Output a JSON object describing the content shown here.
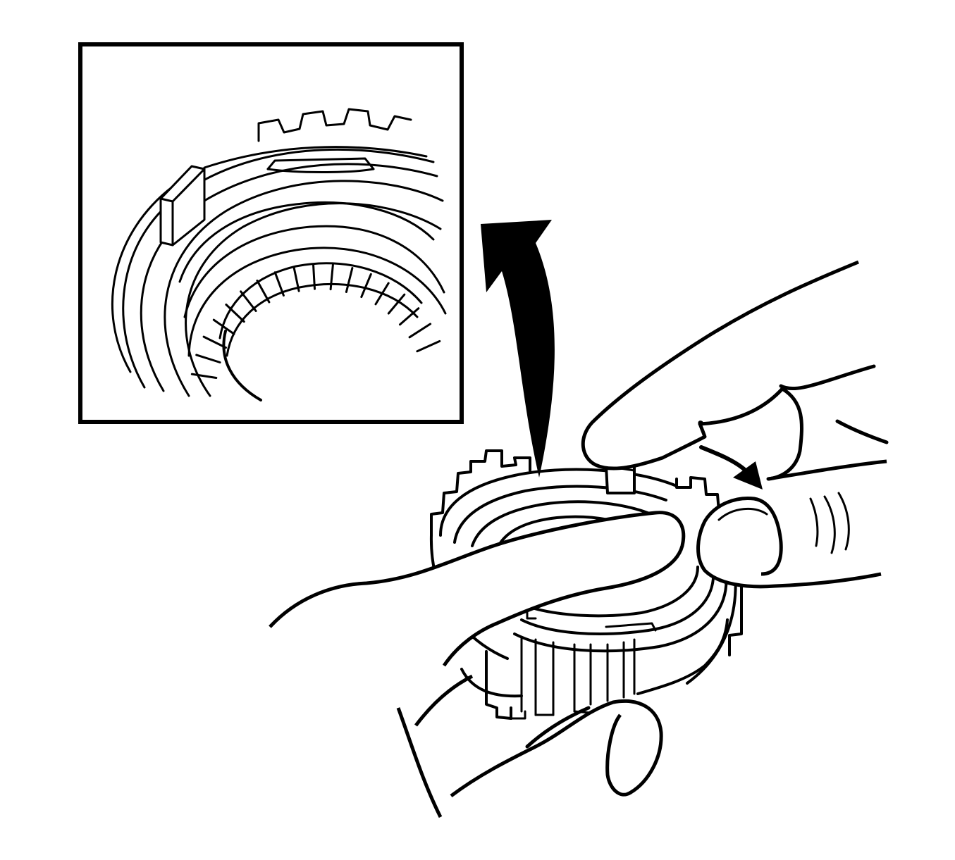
{
  "diagram": {
    "kind": "line-art technical illustration",
    "background_color": "#ffffff",
    "line_color": "#000000",
    "components": {
      "detail_inset": {
        "icon": "magnified-detail-view"
      },
      "curved_arrow": {
        "icon": "curved-arrow-up-left"
      },
      "small_arrow": {
        "icon": "curved-arrow-down-right"
      },
      "gear_assembly": {
        "icon": "synchronizer-gear-ring"
      },
      "hands": {
        "icon": "hands-holding-part"
      }
    }
  }
}
